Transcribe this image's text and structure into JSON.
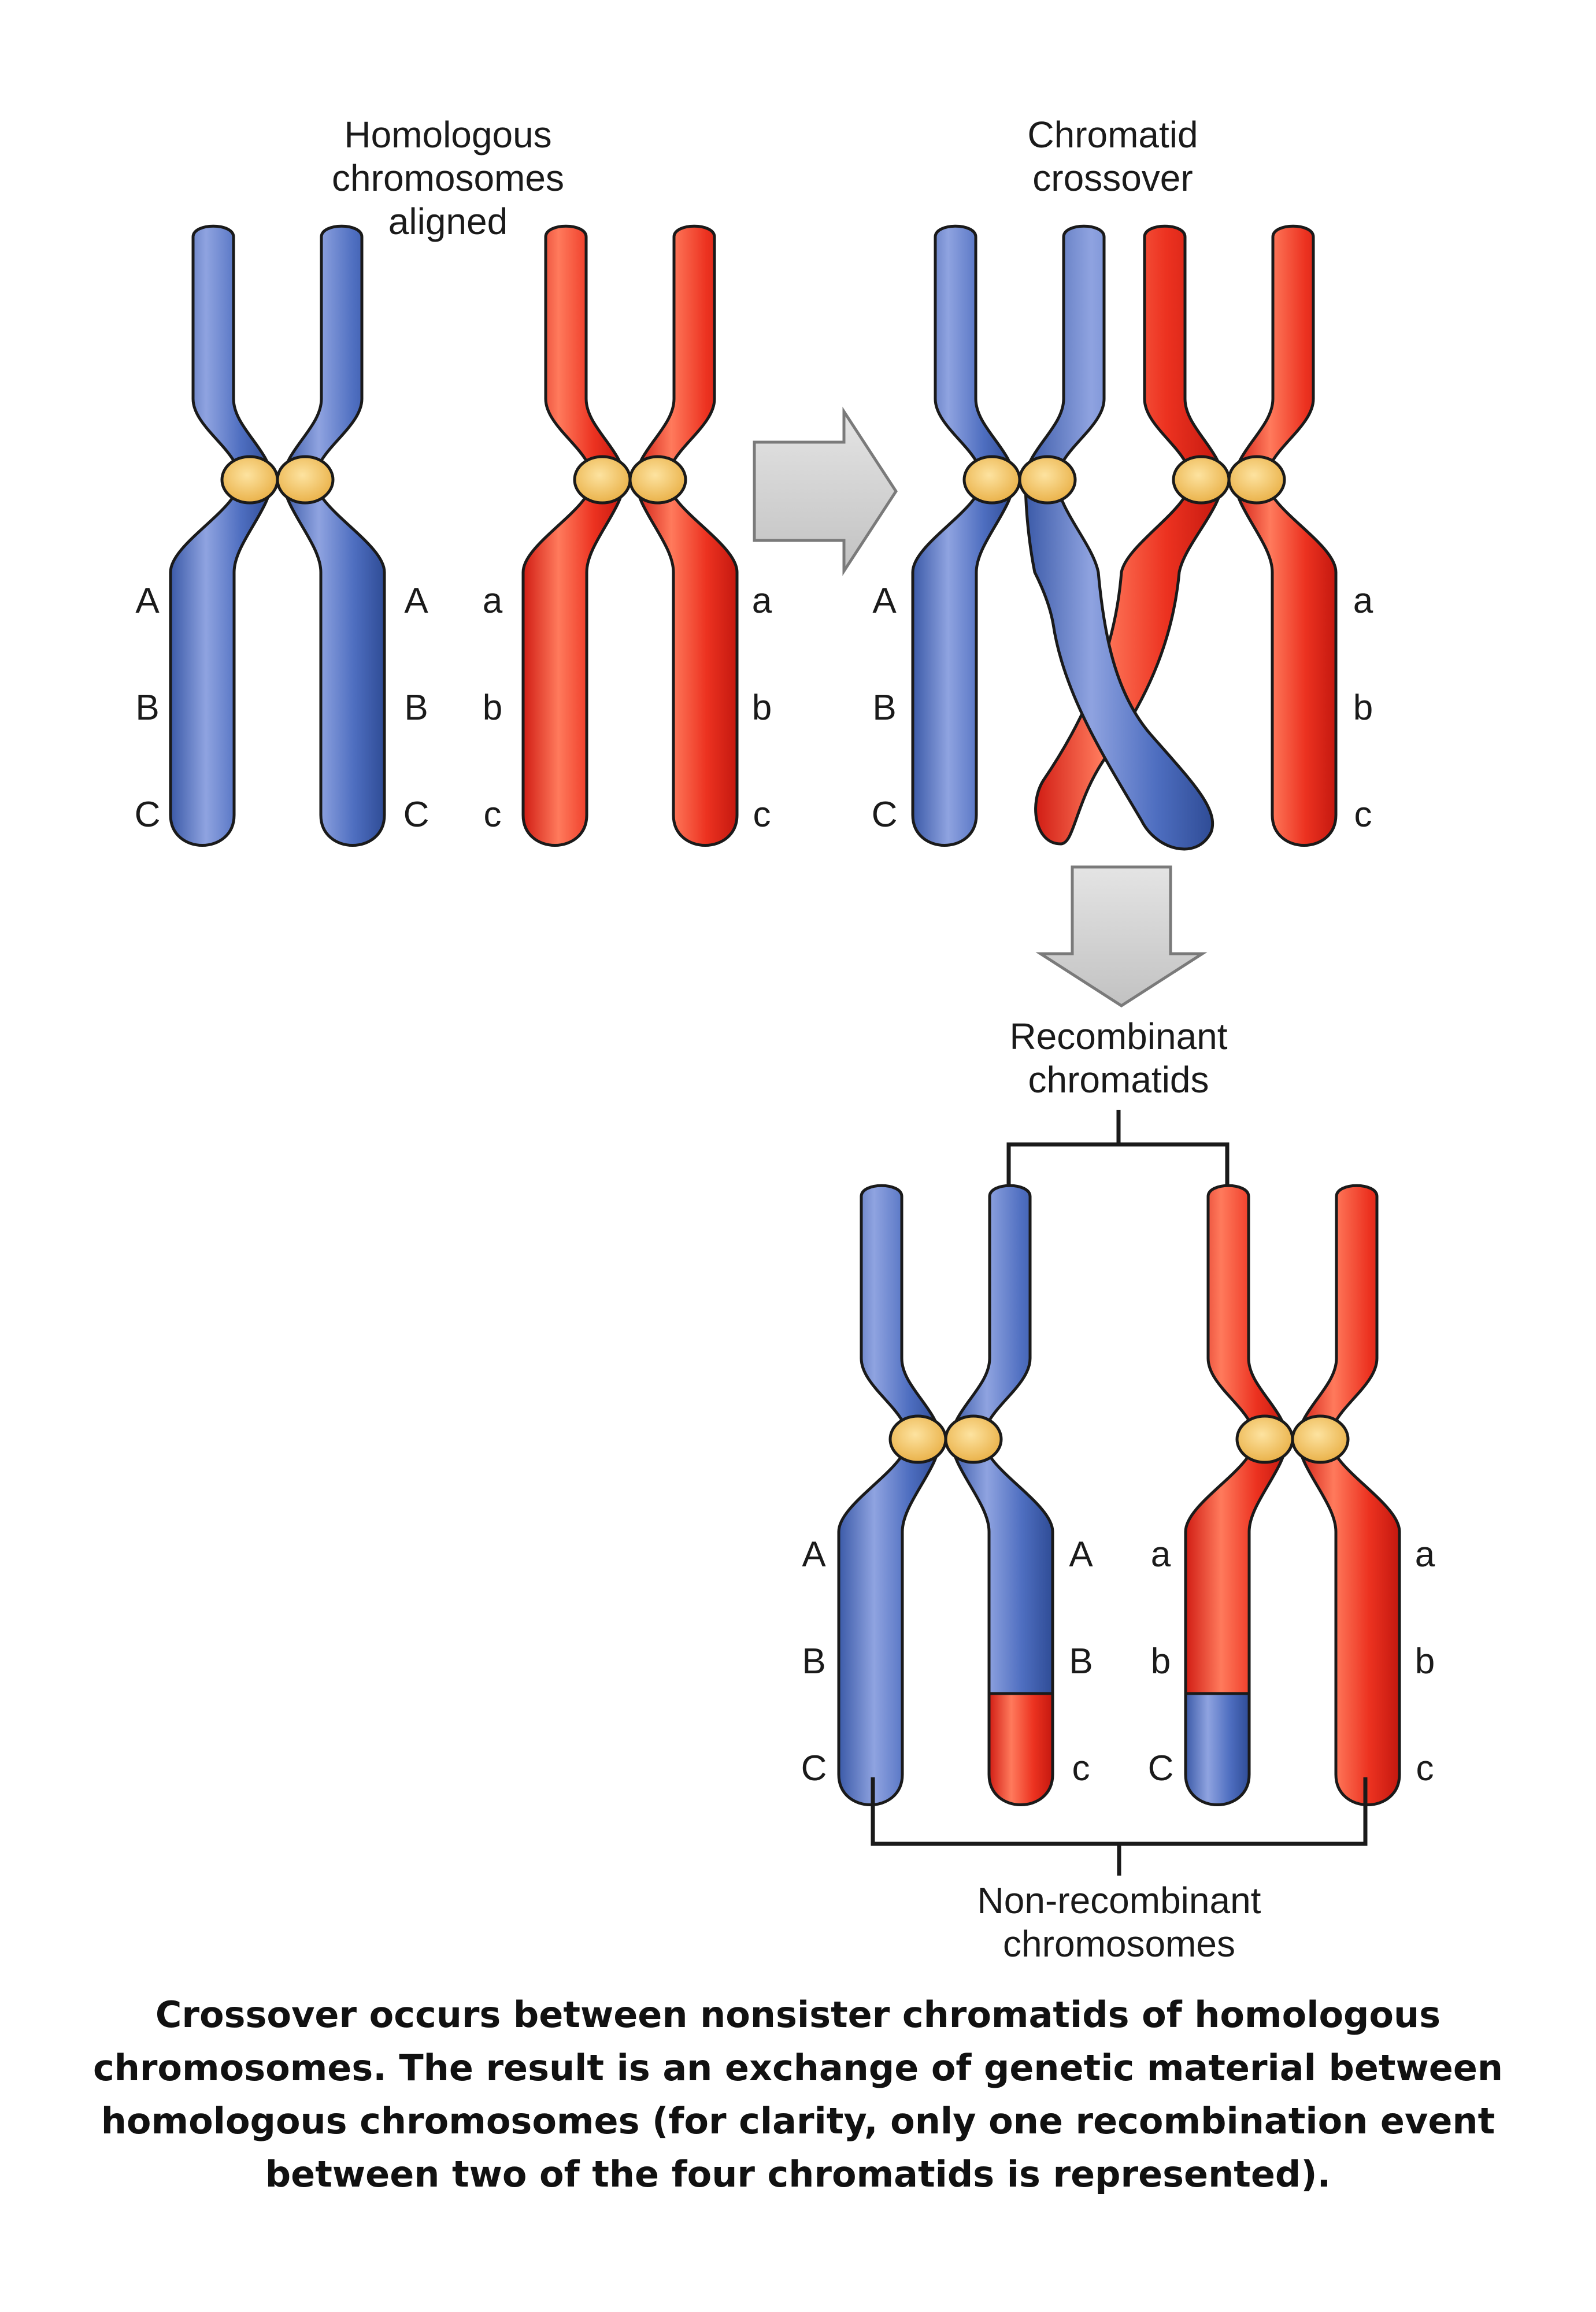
{
  "panels": {
    "aligned_title": [
      "Homologous",
      "chromosomes",
      "aligned"
    ],
    "crossover_title": [
      "Chromatid",
      "crossover"
    ],
    "recombinant_title": [
      "Recombinant",
      "chromatids"
    ],
    "nonrecombinant_title": [
      "Non-recombinant",
      "chromosomes"
    ]
  },
  "genes": {
    "upper": [
      "A",
      "B",
      "C"
    ],
    "lower": [
      "a",
      "b",
      "c"
    ]
  },
  "caption": "Crossover occurs between nonsister chromatids of homologous chromosomes. The result is an exchange of genetic material between homologous chromosomes (for clarity, only one recombination event between two of the four chromatids is represented).",
  "colors": {
    "blue": "#4a6bbf",
    "red": "#e8291f",
    "centromere": "#f4c463",
    "arrow": "#d4d4d4"
  }
}
